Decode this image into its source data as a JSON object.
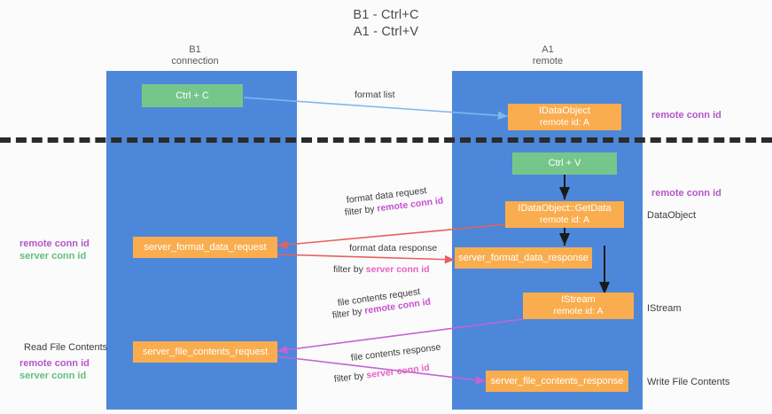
{
  "title": {
    "line1": "B1 - Ctrl+C",
    "line2": "A1 - Ctrl+V"
  },
  "columns": [
    {
      "name": "B1",
      "subtitle": "connection",
      "label": "B1\nconnection"
    },
    {
      "name": "A1",
      "subtitle": "remote",
      "label": "A1\nremote"
    }
  ],
  "column_headers": {
    "b1_line1": "B1",
    "b1_line2": "connection",
    "a1_line1": "A1",
    "a1_line2": "remote"
  },
  "nodes": {
    "ctrl_c": {
      "label": "Ctrl + C",
      "color": "#76c68c"
    },
    "ctrl_v": {
      "label": "Ctrl + V",
      "color": "#76c68c"
    },
    "idataobject": {
      "line1": "IDataObject",
      "line2": "remote id: A",
      "color": "#f9ad4e"
    },
    "getdata": {
      "line1": "IDataObject::GetData",
      "line2": "remote id: A",
      "color": "#f9ad4e"
    },
    "istream": {
      "line1": "IStream",
      "line2": "remote id: A",
      "color": "#f9ad4e"
    },
    "format_data_request": {
      "label": "server_format_data_request",
      "color": "#f9ad4e"
    },
    "format_data_response": {
      "label": "server_format_data_response",
      "color": "#f9ad4e"
    },
    "file_contents_request": {
      "label": "server_file_contents_request",
      "color": "#f9ad4e"
    },
    "file_contents_response": {
      "label": "server_file_contents_response",
      "color": "#f9ad4e"
    }
  },
  "edges": {
    "format_list": {
      "label": "format list",
      "color": "#7fb8ee"
    },
    "format_data_request": {
      "line1": "format data request",
      "filter_prefix": "filter by ",
      "filter_key": "remote conn id",
      "color": "#e8605d"
    },
    "format_data_response": {
      "line1": "format data response",
      "filter_prefix": "filter by ",
      "filter_key": "server conn id",
      "color": "#e8605d"
    },
    "file_contents_request": {
      "line1": "file contents request",
      "filter_prefix": "filter by ",
      "filter_key": "remote conn id",
      "color": "#c462d8"
    },
    "file_contents_response": {
      "line1": "file contents response",
      "filter_prefix": "filter by ",
      "filter_key": "server conn id",
      "color": "#c462d8"
    }
  },
  "annotations": {
    "right_top_remote_conn_id": "remote conn id",
    "right_mid_remote_conn_id": "remote conn id",
    "right_dataobject": "DataObject",
    "right_istream": "IStream",
    "right_write_file_contents": "Write File Contents",
    "left_remote_conn_id_1": "remote conn id",
    "left_server_conn_id_1": "server conn id",
    "left_read_file_contents": "Read File Contents",
    "left_remote_conn_id_2": "remote conn id",
    "left_server_conn_id_2": "server conn id"
  },
  "colors": {
    "lane": "#4d87d9",
    "green_node": "#76c68c",
    "orange_node": "#f9ad4e",
    "divider": "#2b2b2b",
    "purple": "#b455c8",
    "green_text": "#5fbf7e",
    "red_arrow": "#e8605d",
    "blue_arrow": "#7fb8ee",
    "magenta_arrow": "#c462d8",
    "black_arrow": "#1a1a1a"
  }
}
